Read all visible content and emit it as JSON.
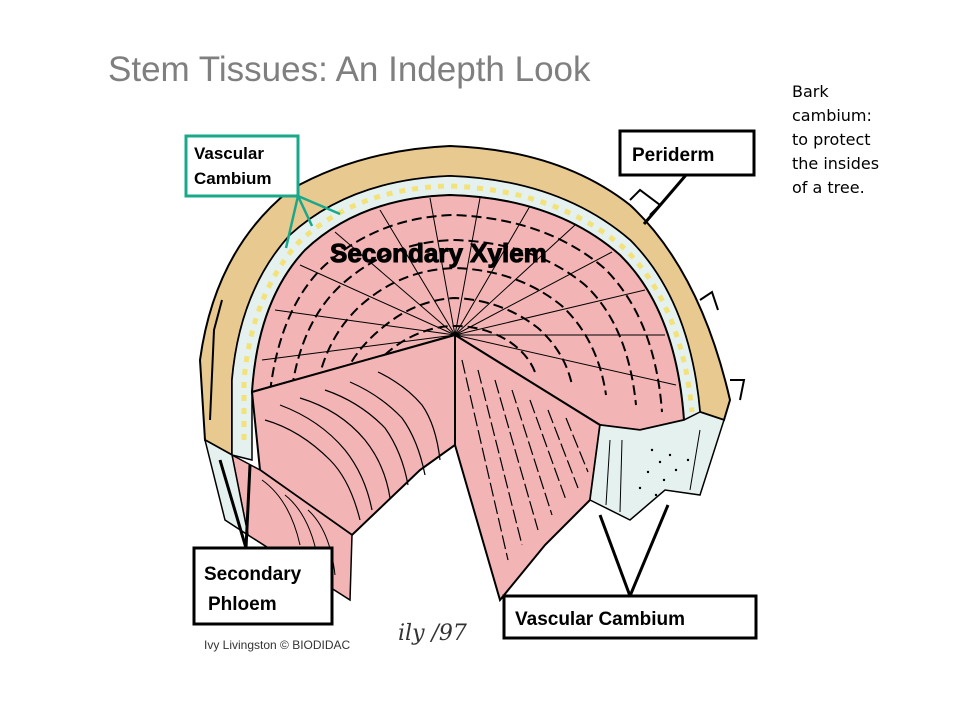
{
  "slide": {
    "title": "Stem Tissues: An Indepth Look",
    "note_lines": [
      "Bark",
      "cambium:",
      "to protect",
      "the insides",
      "of a tree."
    ]
  },
  "diagram": {
    "labels": {
      "vascular_cambium_top_1": "Vascular",
      "vascular_cambium_top_2": "Cambium",
      "periderm": "Periderm",
      "secondary_xylem": "Secondary Xylem",
      "secondary_phloem_1": "Secondary",
      "secondary_phloem_2": "Phloem",
      "vascular_cambium_bottom": "Vascular Cambium"
    },
    "credit": "Ivy Livingston © BIODIDAC",
    "signature": "ily /97",
    "colors": {
      "xylem": "#f2b4b4",
      "bark": "#e8c98f",
      "cambium_box": "#1aa88a",
      "phloem": "#e4f1ef"
    }
  }
}
